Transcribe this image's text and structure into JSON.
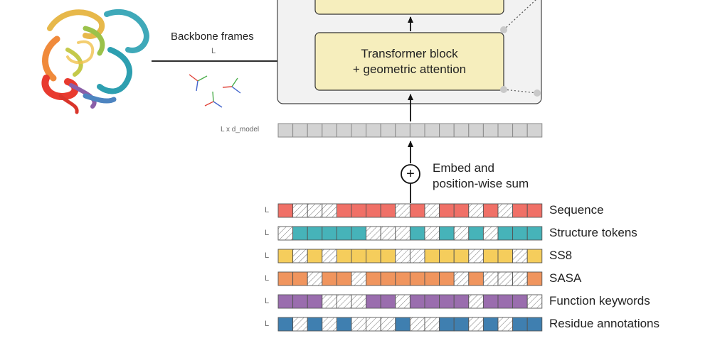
{
  "backbone": {
    "label": "Backbone frames",
    "dim": "L"
  },
  "transformer_block": {
    "line1": "Transformer block",
    "line2": "+ geometric attention"
  },
  "model_sequence": {
    "dim": "L x d_model"
  },
  "embed": {
    "line1": "Embed and",
    "line2": "position-wise sum",
    "symbol": "+"
  },
  "colors": {
    "block_fill": "#f6eebd",
    "block_border": "#333333",
    "panel_fill": "#f2f2f2",
    "token_gray": "#d3d3d3",
    "sequence": "#f07067",
    "structure": "#46b3b9",
    "ss8": "#f5cd5c",
    "sasa": "#f0955e",
    "function": "#9a6dae",
    "residue": "#3f7fb0"
  },
  "tracks": [
    {
      "name": "Sequence",
      "dim": "L",
      "color_key": "sequence",
      "pattern": [
        1,
        0,
        0,
        0,
        1,
        1,
        1,
        1,
        0,
        1,
        0,
        1,
        1,
        0,
        1,
        0,
        1,
        1
      ]
    },
    {
      "name": "Structure tokens",
      "dim": "L",
      "color_key": "structure",
      "pattern": [
        0,
        1,
        1,
        1,
        1,
        1,
        0,
        0,
        0,
        1,
        0,
        1,
        0,
        1,
        0,
        1,
        1,
        1
      ]
    },
    {
      "name": "SS8",
      "dim": "L",
      "color_key": "ss8",
      "pattern": [
        1,
        0,
        1,
        0,
        1,
        1,
        1,
        1,
        0,
        0,
        1,
        1,
        1,
        0,
        1,
        1,
        0,
        1
      ]
    },
    {
      "name": "SASA",
      "dim": "L",
      "color_key": "sasa",
      "pattern": [
        1,
        1,
        0,
        1,
        1,
        0,
        1,
        1,
        1,
        1,
        1,
        1,
        0,
        1,
        0,
        0,
        0,
        1
      ]
    },
    {
      "name": "Function keywords",
      "dim": "L",
      "color_key": "function",
      "pattern": [
        1,
        1,
        1,
        0,
        0,
        0,
        1,
        1,
        0,
        1,
        1,
        1,
        1,
        0,
        1,
        1,
        1,
        0
      ]
    },
    {
      "name": "Residue annotations",
      "dim": "L",
      "color_key": "residue",
      "pattern": [
        1,
        0,
        1,
        0,
        1,
        0,
        0,
        0,
        1,
        0,
        0,
        1,
        1,
        0,
        1,
        0,
        1,
        1
      ]
    }
  ]
}
